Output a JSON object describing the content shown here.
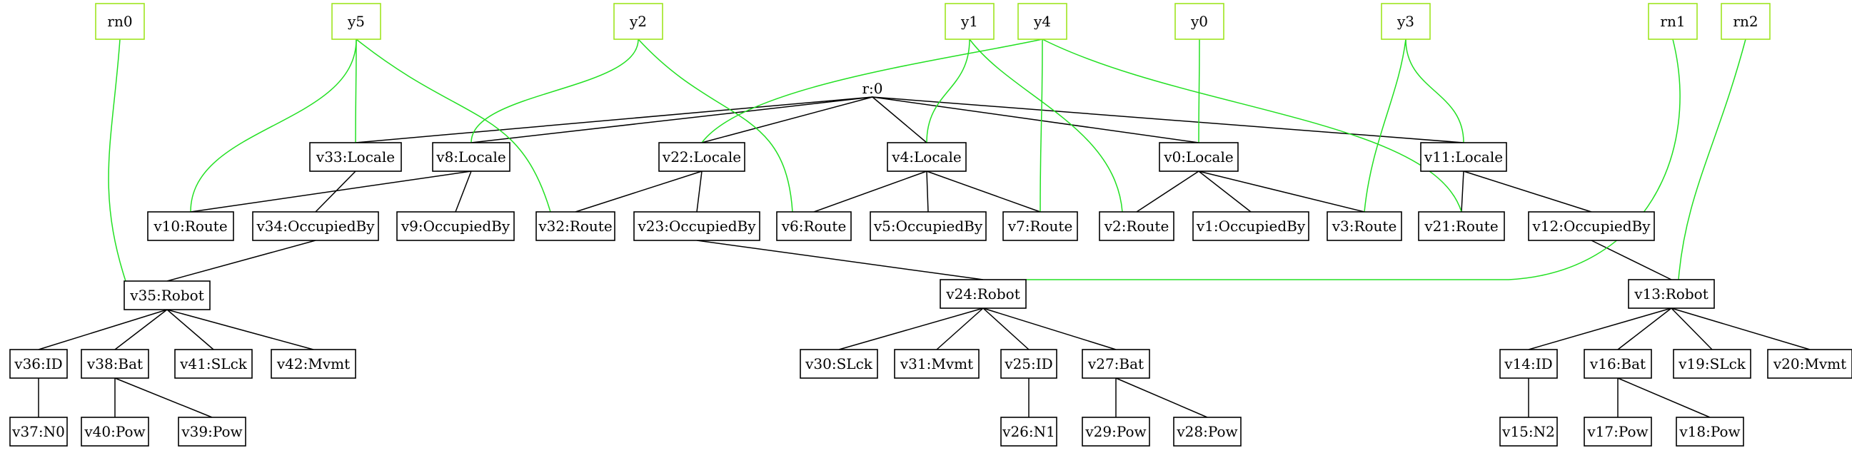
{
  "colors": {
    "tree_edge": "#000000",
    "link_edge": "#22e022",
    "root_box": "#9ee51f",
    "node_box": "#000000"
  },
  "nodes": [
    {
      "id": "rn0",
      "label": "rn0",
      "kind": "green"
    },
    {
      "id": "y5",
      "label": "y5",
      "kind": "green"
    },
    {
      "id": "y2",
      "label": "y2",
      "kind": "green"
    },
    {
      "id": "y1",
      "label": "y1",
      "kind": "green"
    },
    {
      "id": "y4",
      "label": "y4",
      "kind": "green"
    },
    {
      "id": "y0",
      "label": "y0",
      "kind": "green"
    },
    {
      "id": "y3",
      "label": "y3",
      "kind": "green"
    },
    {
      "id": "rn1",
      "label": "rn1",
      "kind": "green"
    },
    {
      "id": "rn2",
      "label": "rn2",
      "kind": "green"
    },
    {
      "id": "r0",
      "label": "r:0",
      "kind": "plain"
    },
    {
      "id": "v33",
      "label": "v33:Locale",
      "kind": "black"
    },
    {
      "id": "v8",
      "label": "v8:Locale",
      "kind": "black"
    },
    {
      "id": "v22",
      "label": "v22:Locale",
      "kind": "black"
    },
    {
      "id": "v4",
      "label": "v4:Locale",
      "kind": "black"
    },
    {
      "id": "v0",
      "label": "v0:Locale",
      "kind": "black"
    },
    {
      "id": "v11",
      "label": "v11:Locale",
      "kind": "black"
    },
    {
      "id": "v10",
      "label": "v10:Route",
      "kind": "black"
    },
    {
      "id": "v34",
      "label": "v34:OccupiedBy",
      "kind": "black"
    },
    {
      "id": "v9",
      "label": "v9:OccupiedBy",
      "kind": "black"
    },
    {
      "id": "v32",
      "label": "v32:Route",
      "kind": "black"
    },
    {
      "id": "v23",
      "label": "v23:OccupiedBy",
      "kind": "black"
    },
    {
      "id": "v6",
      "label": "v6:Route",
      "kind": "black"
    },
    {
      "id": "v5",
      "label": "v5:OccupiedBy",
      "kind": "black"
    },
    {
      "id": "v7",
      "label": "v7:Route",
      "kind": "black"
    },
    {
      "id": "v2",
      "label": "v2:Route",
      "kind": "black"
    },
    {
      "id": "v1",
      "label": "v1:OccupiedBy",
      "kind": "black"
    },
    {
      "id": "v3",
      "label": "v3:Route",
      "kind": "black"
    },
    {
      "id": "v21",
      "label": "v21:Route",
      "kind": "black"
    },
    {
      "id": "v12",
      "label": "v12:OccupiedBy",
      "kind": "black"
    },
    {
      "id": "v35",
      "label": "v35:Robot",
      "kind": "black"
    },
    {
      "id": "v24",
      "label": "v24:Robot",
      "kind": "black"
    },
    {
      "id": "v13",
      "label": "v13:Robot",
      "kind": "black"
    },
    {
      "id": "v36",
      "label": "v36:ID",
      "kind": "black"
    },
    {
      "id": "v38",
      "label": "v38:Bat",
      "kind": "black"
    },
    {
      "id": "v41",
      "label": "v41:SLck",
      "kind": "black"
    },
    {
      "id": "v42",
      "label": "v42:Mvmt",
      "kind": "black"
    },
    {
      "id": "v30",
      "label": "v30:SLck",
      "kind": "black"
    },
    {
      "id": "v31",
      "label": "v31:Mvmt",
      "kind": "black"
    },
    {
      "id": "v25",
      "label": "v25:ID",
      "kind": "black"
    },
    {
      "id": "v27",
      "label": "v27:Bat",
      "kind": "black"
    },
    {
      "id": "v14",
      "label": "v14:ID",
      "kind": "black"
    },
    {
      "id": "v16",
      "label": "v16:Bat",
      "kind": "black"
    },
    {
      "id": "v19",
      "label": "v19:SLck",
      "kind": "black"
    },
    {
      "id": "v20",
      "label": "v20:Mvmt",
      "kind": "black"
    },
    {
      "id": "v37",
      "label": "v37:N0",
      "kind": "black"
    },
    {
      "id": "v40",
      "label": "v40:Pow",
      "kind": "black"
    },
    {
      "id": "v39",
      "label": "v39:Pow",
      "kind": "black"
    },
    {
      "id": "v26",
      "label": "v26:N1",
      "kind": "black"
    },
    {
      "id": "v29",
      "label": "v29:Pow",
      "kind": "black"
    },
    {
      "id": "v28",
      "label": "v28:Pow",
      "kind": "black"
    },
    {
      "id": "v15",
      "label": "v15:N2",
      "kind": "black"
    },
    {
      "id": "v17",
      "label": "v17:Pow",
      "kind": "black"
    },
    {
      "id": "v18",
      "label": "v18:Pow",
      "kind": "black"
    }
  ],
  "edges": [
    {
      "from": "r0",
      "to": "v33",
      "color": "black"
    },
    {
      "from": "r0",
      "to": "v8",
      "color": "black"
    },
    {
      "from": "r0",
      "to": "v22",
      "color": "black"
    },
    {
      "from": "r0",
      "to": "v4",
      "color": "black"
    },
    {
      "from": "r0",
      "to": "v0",
      "color": "black"
    },
    {
      "from": "r0",
      "to": "v11",
      "color": "black"
    },
    {
      "from": "v33",
      "to": "v34",
      "color": "black"
    },
    {
      "from": "v8",
      "to": "v10",
      "color": "black"
    },
    {
      "from": "v8",
      "to": "v9",
      "color": "black"
    },
    {
      "from": "v22",
      "to": "v32",
      "color": "black"
    },
    {
      "from": "v22",
      "to": "v23",
      "color": "black"
    },
    {
      "from": "v4",
      "to": "v6",
      "color": "black"
    },
    {
      "from": "v4",
      "to": "v5",
      "color": "black"
    },
    {
      "from": "v4",
      "to": "v7",
      "color": "black"
    },
    {
      "from": "v0",
      "to": "v2",
      "color": "black"
    },
    {
      "from": "v0",
      "to": "v1",
      "color": "black"
    },
    {
      "from": "v0",
      "to": "v3",
      "color": "black"
    },
    {
      "from": "v11",
      "to": "v21",
      "color": "black"
    },
    {
      "from": "v11",
      "to": "v12",
      "color": "black"
    },
    {
      "from": "v34",
      "to": "v35",
      "color": "black"
    },
    {
      "from": "v23",
      "to": "v24",
      "color": "black"
    },
    {
      "from": "v12",
      "to": "v13",
      "color": "black"
    },
    {
      "from": "v35",
      "to": "v36",
      "color": "black"
    },
    {
      "from": "v35",
      "to": "v38",
      "color": "black"
    },
    {
      "from": "v35",
      "to": "v41",
      "color": "black"
    },
    {
      "from": "v35",
      "to": "v42",
      "color": "black"
    },
    {
      "from": "v24",
      "to": "v30",
      "color": "black"
    },
    {
      "from": "v24",
      "to": "v31",
      "color": "black"
    },
    {
      "from": "v24",
      "to": "v25",
      "color": "black"
    },
    {
      "from": "v24",
      "to": "v27",
      "color": "black"
    },
    {
      "from": "v13",
      "to": "v14",
      "color": "black"
    },
    {
      "from": "v13",
      "to": "v16",
      "color": "black"
    },
    {
      "from": "v13",
      "to": "v19",
      "color": "black"
    },
    {
      "from": "v13",
      "to": "v20",
      "color": "black"
    },
    {
      "from": "v36",
      "to": "v37",
      "color": "black"
    },
    {
      "from": "v38",
      "to": "v40",
      "color": "black"
    },
    {
      "from": "v38",
      "to": "v39",
      "color": "black"
    },
    {
      "from": "v25",
      "to": "v26",
      "color": "black"
    },
    {
      "from": "v27",
      "to": "v29",
      "color": "black"
    },
    {
      "from": "v27",
      "to": "v28",
      "color": "black"
    },
    {
      "from": "v14",
      "to": "v15",
      "color": "black"
    },
    {
      "from": "v16",
      "to": "v17",
      "color": "black"
    },
    {
      "from": "v16",
      "to": "v18",
      "color": "black"
    },
    {
      "from": "rn0",
      "to": "v35",
      "color": "green"
    },
    {
      "from": "y5",
      "to": "v10",
      "color": "green"
    },
    {
      "from": "y5",
      "to": "v33",
      "color": "green"
    },
    {
      "from": "y5",
      "to": "v32",
      "color": "green"
    },
    {
      "from": "y2",
      "to": "v8",
      "color": "green"
    },
    {
      "from": "y2",
      "to": "v6",
      "color": "green"
    },
    {
      "from": "y1",
      "to": "v4",
      "color": "green"
    },
    {
      "from": "y1",
      "to": "v2",
      "color": "green"
    },
    {
      "from": "y4",
      "to": "v22",
      "color": "green"
    },
    {
      "from": "y4",
      "to": "v7",
      "color": "green"
    },
    {
      "from": "y4",
      "to": "v21",
      "color": "green"
    },
    {
      "from": "y0",
      "to": "v0",
      "color": "green"
    },
    {
      "from": "y3",
      "to": "v3",
      "color": "green"
    },
    {
      "from": "y3",
      "to": "v11",
      "color": "green"
    },
    {
      "from": "rn1",
      "to": "v24",
      "color": "green"
    },
    {
      "from": "rn2",
      "to": "v13",
      "color": "green"
    }
  ]
}
